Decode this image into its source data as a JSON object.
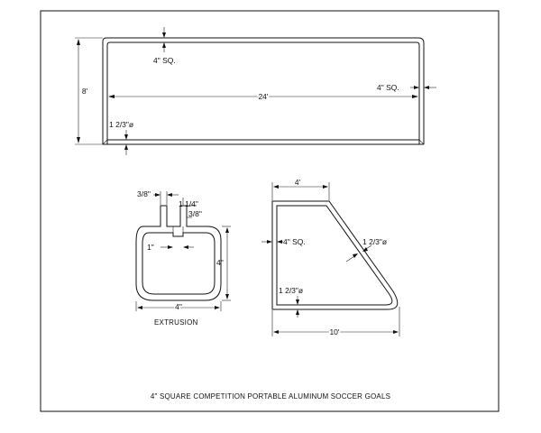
{
  "front_view": {
    "height_label": "8'",
    "width_label": "24'",
    "top_tube_label": "4\" SQ.",
    "side_tube_label": "4\" SQ.",
    "bottom_tube_label": "1 2/3\"ø"
  },
  "extrusion": {
    "slot_width_label": "3/8\"",
    "slot_depth_label": "1 1/4\"",
    "wall_label": "3/8\"",
    "inner_label": "1\"",
    "height_label": "4\"",
    "width_label": "4\"",
    "caption": "EXTRUSION"
  },
  "side_view": {
    "top_label": "4'",
    "tube_label": "4\" SQ.",
    "diagonal_label": "1 2/3\"ø",
    "bottom_tube_label": "1 2/3\"ø",
    "base_label": "10'"
  },
  "title": "4\" SQUARE COMPETITION PORTABLE  ALUMINUM SOCCER GOALS"
}
